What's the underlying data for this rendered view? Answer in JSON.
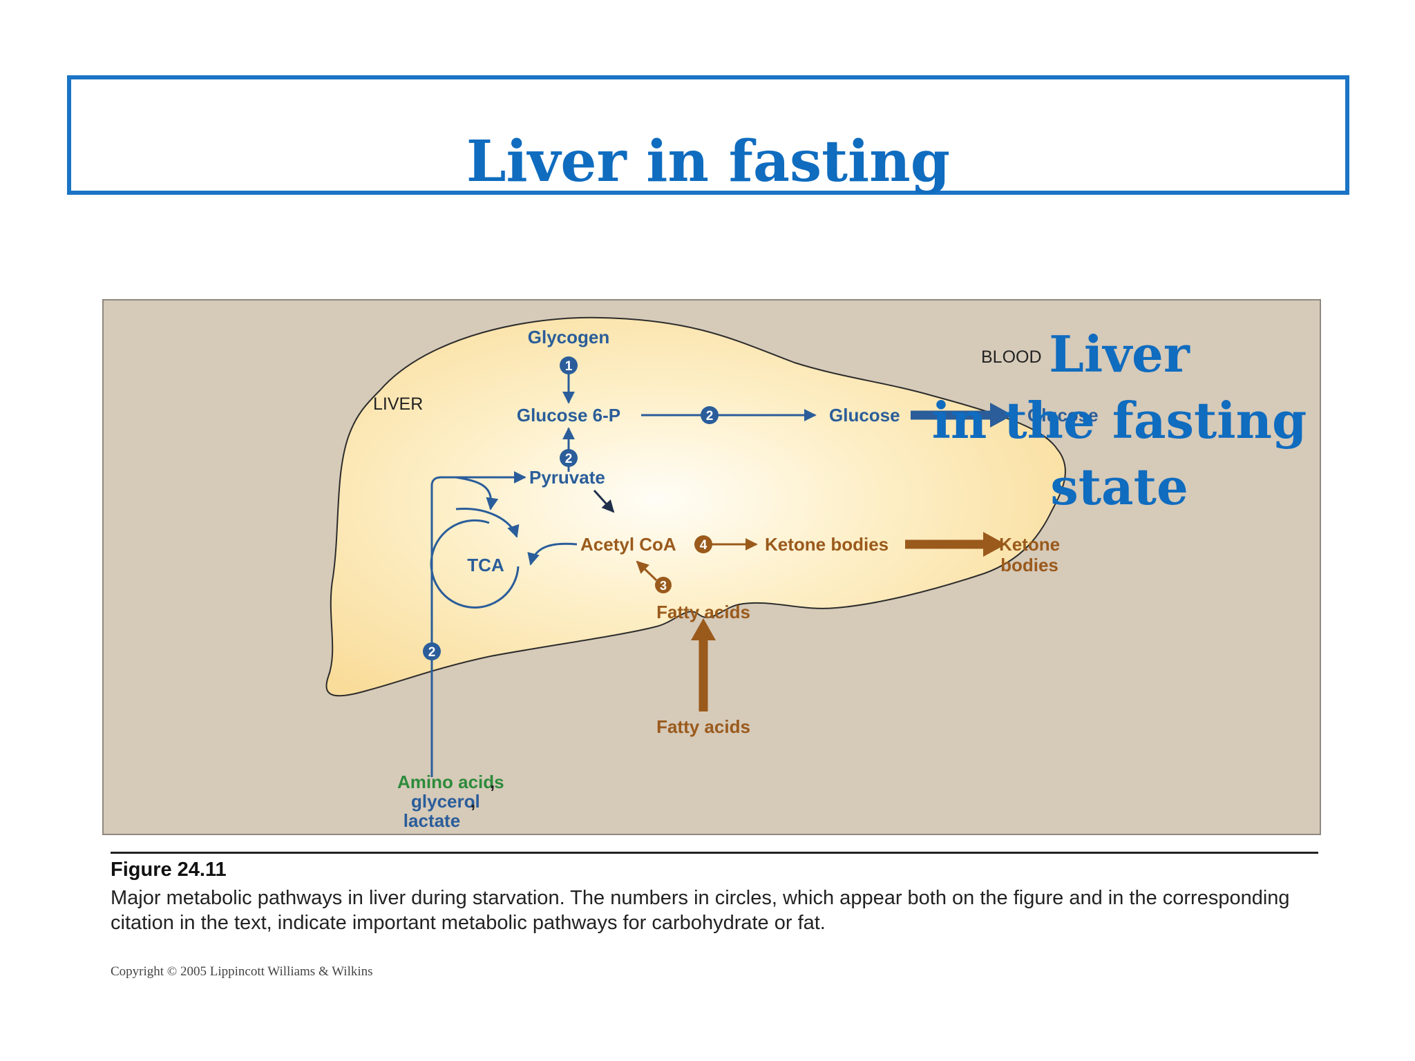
{
  "slide": {
    "title": "Liver in fasting",
    "overlay_lines": [
      "Liver",
      "in the fasting",
      "state"
    ]
  },
  "figure": {
    "labels": {
      "liver": "LIVER",
      "blood": "BLOOD",
      "glycogen": "Glycogen",
      "glucose6p": "Glucose 6-P",
      "glucose_liver": "Glucose",
      "glucose_blood": "Glucose",
      "pyruvate": "Pyruvate",
      "tca": "TCA",
      "acetylcoa": "Acetyl CoA",
      "ketone_liver": "Ketone bodies",
      "ketone_blood_1": "Ketone",
      "ketone_blood_2": "bodies",
      "fatty_acids_liver": "Fatty acids",
      "fatty_acids_blood": "Fatty acids",
      "amino_acids": "Amino acids",
      "comma1": ",",
      "glycerol": "glycerol",
      "comma2": ",",
      "lactate": "lactate"
    },
    "pathway_numbers": {
      "glycogenolysis": "1",
      "g6p_to_glucose": "2",
      "pyruvate_to_g6p": "2",
      "precursors_to_pyruvate": "2",
      "fatty_acid_oxidation": "3",
      "ketogenesis": "4"
    },
    "colors": {
      "carbohydrate": "#2a5d9a",
      "fat": "#9a5a1c",
      "amino_acid": "#2e8b3c",
      "liver_fill": "#fce8b2",
      "background": "#d6cab9",
      "overlay_text": "#0f6cbf"
    }
  },
  "caption": {
    "label": "Figure 24.11",
    "text": "Major metabolic pathways in liver during starvation.  The numbers in circles, which appear both on the figure and in the corresponding citation in the text, indicate important metabolic pathways for carbohydrate or fat."
  },
  "copyright": "Copyright © 2005 Lippincott Williams & Wilkins"
}
